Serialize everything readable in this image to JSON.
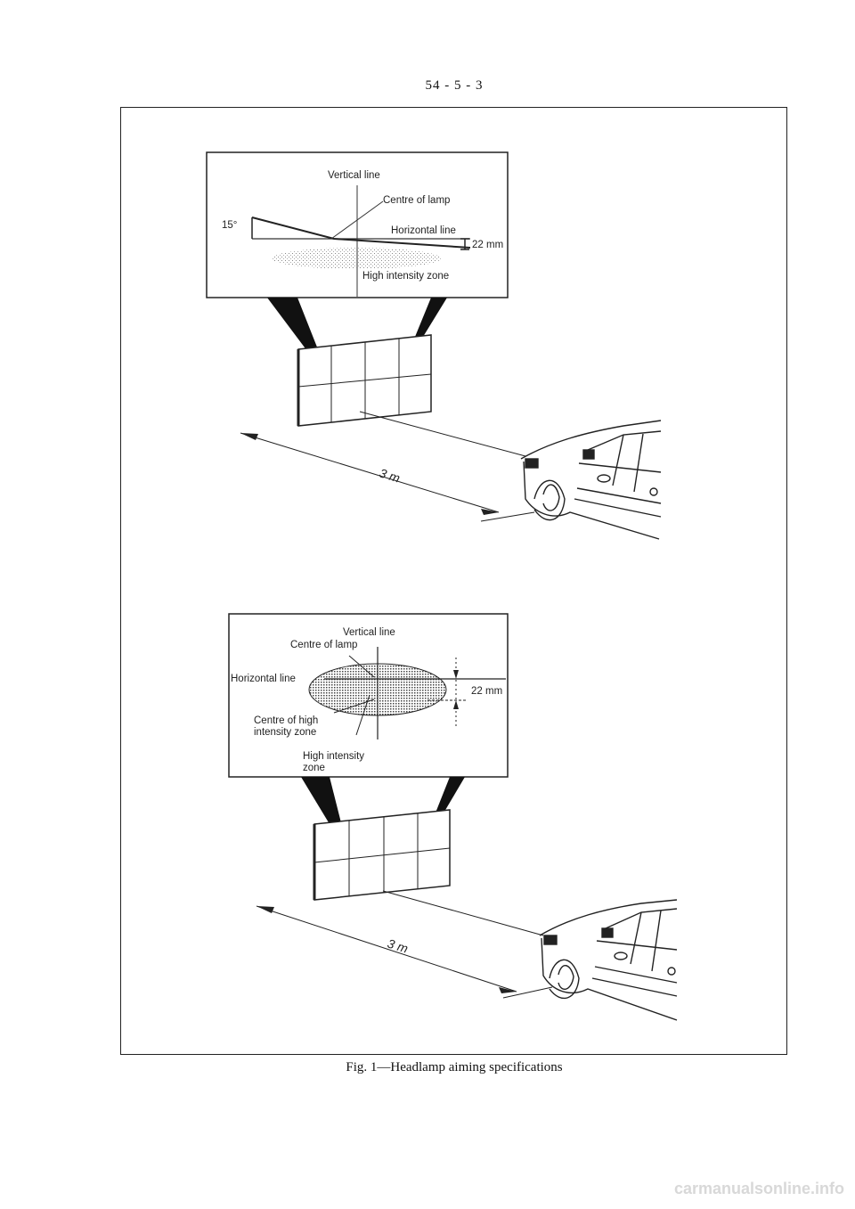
{
  "page_number": "54 - 5 - 3",
  "caption": "Fig. 1—Headlamp aiming specifications",
  "watermark": "carmanualsonline.info",
  "diagram_top": {
    "vertical_line": "Vertical line",
    "centre_of_lamp": "Centre of lamp",
    "angle": "15°",
    "horizontal_line": "Horizontal line",
    "offset": "22 mm",
    "high_intensity_zone": "High intensity zone",
    "distance": "3 m"
  },
  "diagram_bottom": {
    "vertical_line": "Vertical line",
    "centre_of_lamp": "Centre of lamp",
    "horizontal_line": "Horizontal line",
    "offset": "22 mm",
    "centre_of_high": "Centre of high",
    "intensity_zone": "intensity zone",
    "high_intensity": "High intensity",
    "zone": "zone",
    "distance": "3 m"
  }
}
